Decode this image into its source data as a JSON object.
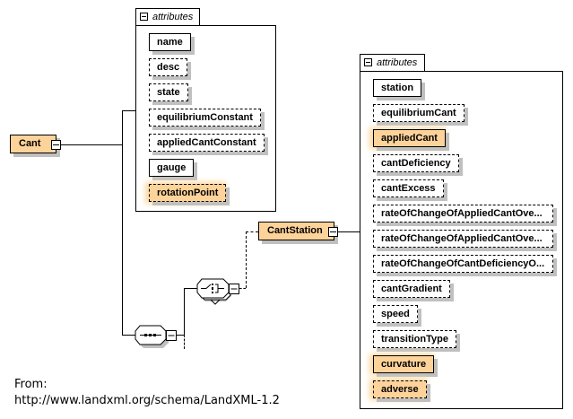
{
  "root_element": {
    "label": "Cant",
    "highlight_color": "#fdd39a"
  },
  "root_attributes": {
    "group_label": "attributes",
    "items": [
      {
        "label": "name",
        "optional": false,
        "highlighted": false
      },
      {
        "label": "desc",
        "optional": true,
        "highlighted": false
      },
      {
        "label": "state",
        "optional": true,
        "highlighted": false
      },
      {
        "label": "equilibriumConstant",
        "optional": true,
        "highlighted": false
      },
      {
        "label": "appliedCantConstant",
        "optional": true,
        "highlighted": false
      },
      {
        "label": "gauge",
        "optional": false,
        "highlighted": false
      },
      {
        "label": "rotationPoint",
        "optional": true,
        "highlighted": true
      }
    ]
  },
  "compositors": {
    "sequence": {
      "icon": "sequence-icon"
    },
    "choice": {
      "icon": "choice-icon"
    }
  },
  "child_element": {
    "label": "CantStation"
  },
  "child_attributes": {
    "group_label": "attributes",
    "items": [
      {
        "label": "station",
        "optional": false,
        "highlighted": false
      },
      {
        "label": "equilibriumCant",
        "optional": true,
        "highlighted": false
      },
      {
        "label": "appliedCant",
        "optional": false,
        "highlighted": true
      },
      {
        "label": "cantDeficiency",
        "optional": true,
        "highlighted": false
      },
      {
        "label": "cantExcess",
        "optional": true,
        "highlighted": false
      },
      {
        "label": "rateOfChangeOfAppliedCantOve...",
        "optional": true,
        "highlighted": false
      },
      {
        "label": "rateOfChangeOfAppliedCantOve...",
        "optional": true,
        "highlighted": false
      },
      {
        "label": "rateOfChangeOfCantDeficiencyO...",
        "optional": true,
        "highlighted": false
      },
      {
        "label": "cantGradient",
        "optional": true,
        "highlighted": false
      },
      {
        "label": "speed",
        "optional": true,
        "highlighted": false
      },
      {
        "label": "transitionType",
        "optional": true,
        "highlighted": false
      },
      {
        "label": "curvature",
        "optional": false,
        "highlighted": true
      },
      {
        "label": "adverse",
        "optional": true,
        "highlighted": true
      }
    ]
  },
  "footer": {
    "line1": "From:",
    "line2": "http://www.landxml.org/schema/LandXML-1.2"
  }
}
